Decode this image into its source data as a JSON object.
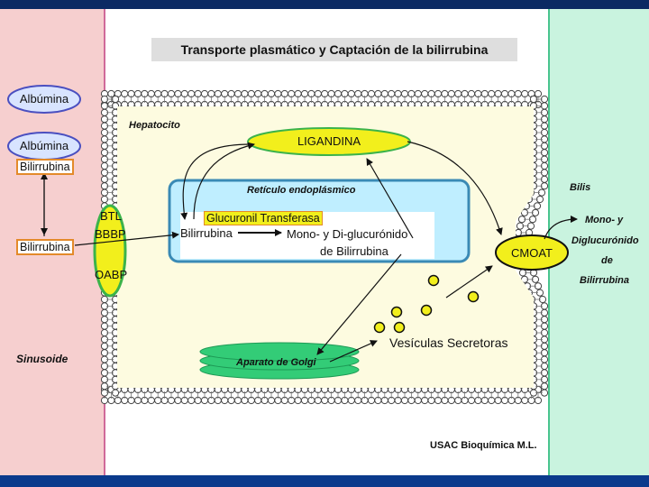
{
  "title": "Transporte plasmático y Captación de la bilirrubina",
  "labels": {
    "albumina_free": "Albúmina",
    "albumina_bound": "Albúmina",
    "bilirrubina_bound": "Bilirrubina",
    "bilirrubina_sinusoide": "Bilirrubina",
    "btl": "BTL",
    "bbbp": "BBBP",
    "oabp": "OABP",
    "hepatocito": "Hepatocito",
    "ligandina": "LIGANDINA",
    "reticulo": "Retículo endoplásmico",
    "glucuronil": "Glucuronil Transferasa",
    "bilirrubina_er": "Bilirrubina",
    "mono_di_1": "Mono-  y  Di-glucurónido",
    "mono_di_2": "de Bilirrubina",
    "cmoat": "CMOAT",
    "bilis": "Bilis",
    "excreted_1": "Mono- y",
    "excreted_2": "Diglucurónido",
    "excreted_3": "de",
    "excreted_4": "Bilirrubina",
    "vesiculas": "Vesículas Secretoras",
    "golgi": "Aparato de Golgi",
    "sinusoide": "Sinusoide",
    "credit": "USAC Bioquímica  M.L."
  },
  "colors": {
    "left_panel": "#f6cfcf",
    "right_panel": "#c9f3df",
    "cytoplasm": "#fdfbe0",
    "ligandina": "#f2ef1c",
    "transporter": "#f2ef1c",
    "golgi": "#33cc77",
    "er_fill": "#bfeeff",
    "er_border": "#3a8ab5",
    "albumin_fill": "#d8e4ff",
    "albumin_border": "#4a4fc0",
    "vesicle": "#f2ef1c"
  }
}
